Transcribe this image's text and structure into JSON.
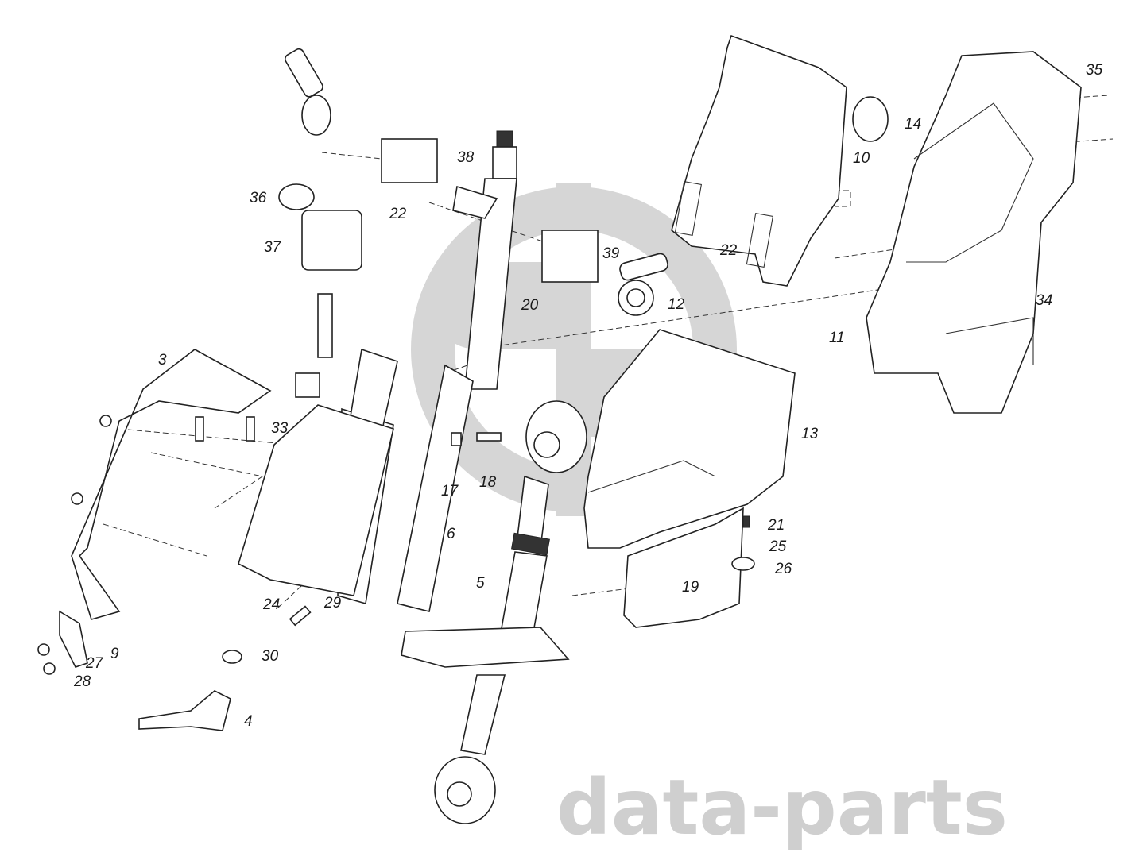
{
  "watermark": {
    "text": "data-parts",
    "logo": "db-circle-logo",
    "color": "#cfcfcf"
  },
  "labels": [
    "35",
    "14",
    "10",
    "22",
    "34",
    "11",
    "38",
    "36",
    "22",
    "39",
    "37",
    "20",
    "12",
    "3",
    "33",
    "13",
    "17",
    "18",
    "6",
    "21",
    "25",
    "26",
    "5",
    "19",
    "24",
    "29",
    "9",
    "27",
    "30",
    "28",
    "4"
  ]
}
